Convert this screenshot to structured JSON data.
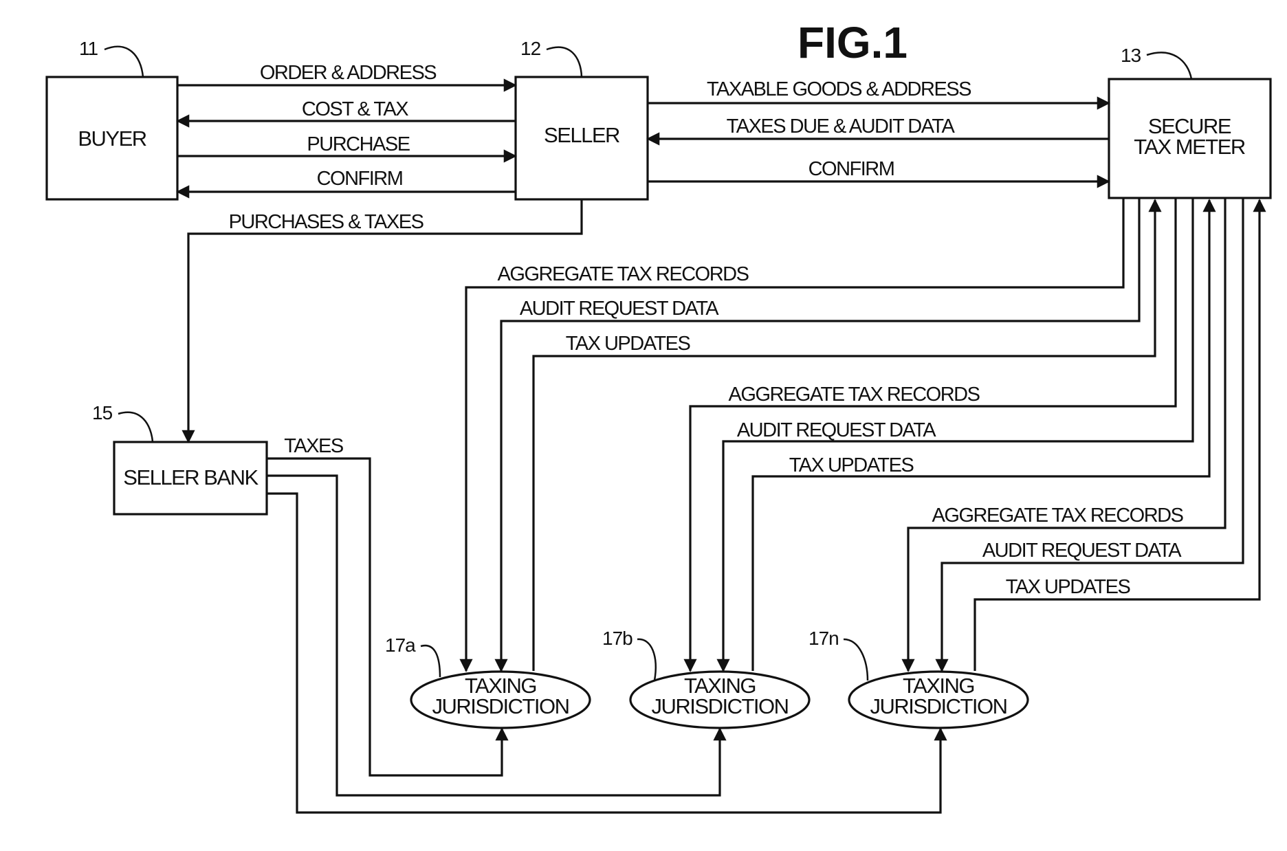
{
  "figure_title": "FIG.1",
  "nodes": {
    "buyer": {
      "ref": "11",
      "label": "BUYER"
    },
    "seller": {
      "ref": "12",
      "label": "SELLER"
    },
    "meter": {
      "ref": "13",
      "line1": "SECURE",
      "line2": "TAX METER"
    },
    "bank": {
      "ref": "15",
      "label": "SELLER BANK"
    },
    "juris_a": {
      "ref": "17a",
      "line1": "TAXING",
      "line2": "JURISDICTION"
    },
    "juris_b": {
      "ref": "17b",
      "line1": "TAXING",
      "line2": "JURISDICTION"
    },
    "juris_n": {
      "ref": "17n",
      "line1": "TAXING",
      "line2": "JURISDICTION"
    }
  },
  "flows": {
    "order_address": "ORDER & ADDRESS",
    "cost_tax": "COST & TAX",
    "purchase": "PURCHASE",
    "confirm_buyer": "CONFIRM",
    "taxable_goods": "TAXABLE GOODS & ADDRESS",
    "taxes_due": "TAXES DUE & AUDIT DATA",
    "confirm_meter": "CONFIRM",
    "purchases_taxes": "PURCHASES & TAXES",
    "taxes": "TAXES",
    "a_agg": "AGGREGATE TAX RECORDS",
    "a_audit": "AUDIT REQUEST DATA",
    "a_updates": "TAX UPDATES",
    "b_agg": "AGGREGATE TAX RECORDS",
    "b_audit": "AUDIT REQUEST DATA",
    "b_updates": "TAX UPDATES",
    "n_agg": "AGGREGATE TAX RECORDS",
    "n_audit": "AUDIT REQUEST DATA",
    "n_updates": "TAX UPDATES"
  }
}
